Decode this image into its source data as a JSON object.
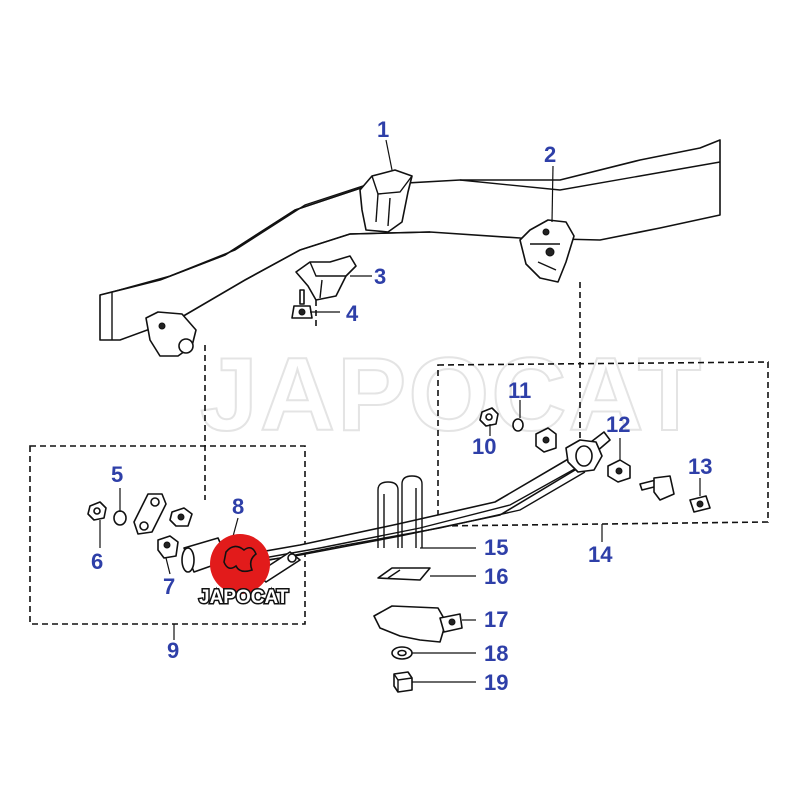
{
  "watermark": "JAPOCAT",
  "logo": {
    "text": "JAPOCAT",
    "color": "#e21b1b"
  },
  "callout_color": "#2e3fa8",
  "callouts": [
    {
      "key": "c1",
      "label": "1"
    },
    {
      "key": "c2",
      "label": "2"
    },
    {
      "key": "c3",
      "label": "3"
    },
    {
      "key": "c4",
      "label": "4"
    },
    {
      "key": "c5",
      "label": "5"
    },
    {
      "key": "c6",
      "label": "6"
    },
    {
      "key": "c7",
      "label": "7"
    },
    {
      "key": "c8",
      "label": "8"
    },
    {
      "key": "c9",
      "label": "9"
    },
    {
      "key": "c10",
      "label": "10"
    },
    {
      "key": "c11",
      "label": "11"
    },
    {
      "key": "c12",
      "label": "12"
    },
    {
      "key": "c13",
      "label": "13"
    },
    {
      "key": "c14",
      "label": "14"
    },
    {
      "key": "c15",
      "label": "15"
    },
    {
      "key": "c16",
      "label": "16"
    },
    {
      "key": "c17",
      "label": "17"
    },
    {
      "key": "c18",
      "label": "18"
    },
    {
      "key": "c19",
      "label": "19"
    }
  ]
}
